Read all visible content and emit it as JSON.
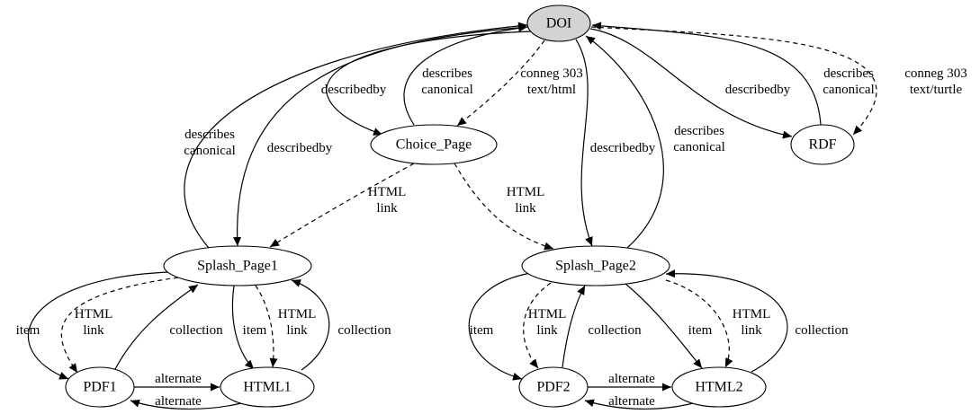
{
  "nodes": {
    "doi": "DOI",
    "choice_page": "Choice_Page",
    "rdf": "RDF",
    "splash_page1": "Splash_Page1",
    "splash_page2": "Splash_Page2",
    "pdf1": "PDF1",
    "html1": "HTML1",
    "pdf2": "PDF2",
    "html2": "HTML2"
  },
  "edges": {
    "doi_choice_describedby": [
      "describedby"
    ],
    "choice_doi_describes": [
      "describes",
      "canonical"
    ],
    "doi_choice_conneg": [
      "conneg 303",
      "text/html"
    ],
    "doi_rdf_describedby": [
      "describedby"
    ],
    "rdf_doi_describes": [
      "describes",
      "canonical"
    ],
    "doi_rdf_conneg": [
      "conneg 303",
      "text/turtle"
    ],
    "splash1_doi_describes": [
      "describes",
      "canonical"
    ],
    "doi_splash1_describedby": [
      "describedby"
    ],
    "doi_splash2_describedby": [
      "describedby"
    ],
    "splash2_doi_describes": [
      "describes",
      "canonical"
    ],
    "choice_splash1_link": [
      "HTML",
      "link"
    ],
    "choice_splash2_link": [
      "HTML",
      "link"
    ],
    "splash1_pdf1_item": [
      "item"
    ],
    "splash1_pdf1_link": [
      "HTML",
      "link"
    ],
    "pdf1_splash1_collection": [
      "collection"
    ],
    "splash1_html1_item": [
      "item"
    ],
    "splash1_html1_link": [
      "HTML",
      "link"
    ],
    "html1_splash1_collection": [
      "collection"
    ],
    "pdf1_html1_alternate": [
      "alternate"
    ],
    "html1_pdf1_alternate": [
      "alternate"
    ],
    "splash2_pdf2_item": [
      "item"
    ],
    "splash2_pdf2_link": [
      "HTML",
      "link"
    ],
    "pdf2_splash2_collection": [
      "collection"
    ],
    "splash2_html2_item": [
      "item"
    ],
    "splash2_html2_link": [
      "HTML",
      "link"
    ],
    "html2_splash2_collection": [
      "collection"
    ],
    "pdf2_html2_alternate": [
      "alternate"
    ],
    "html2_pdf2_alternate": [
      "alternate"
    ]
  }
}
